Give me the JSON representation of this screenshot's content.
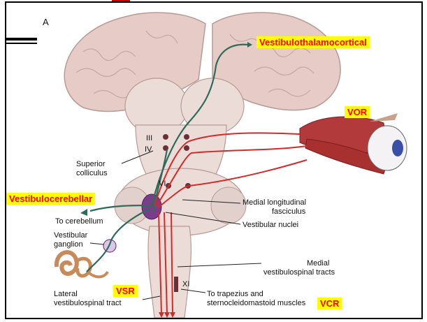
{
  "panel_letter": "A",
  "highlights": {
    "vestibulothalamocortical": "Vestibulothalamocortical",
    "vor": "VOR",
    "vestibulocerebellar": "Vestibulocerebellar",
    "vsr": "VSR",
    "vcr": "VCR"
  },
  "labels": {
    "nerve_iii": "III",
    "nerve_iv": "IV",
    "nerve_vi": "VI",
    "nerve_xi": "XI",
    "superior_colliculus_1": "Superior",
    "superior_colliculus_2": "colliculus",
    "medial_longitudinal_1": "Medial longitudinal",
    "medial_longitudinal_2": "fasciculus",
    "to_cerebellum": "To cerebellum",
    "vestibular_nuclei": "Vestibular nuclei",
    "vestibular_ganglion_1": "Vestibular",
    "vestibular_ganglion_2": "ganglion",
    "medial_vs_1": "Medial",
    "medial_vs_2": "vestibulospinal tracts",
    "lateral_vs_1": "Lateral",
    "lateral_vs_2": "vestibulospinal tract",
    "trapezius_1": "To trapezius and",
    "trapezius_2": "sternocleidomastoid muscles"
  },
  "colors": {
    "highlight_bg": "#ffff00",
    "highlight_text": "#ff0000",
    "pathway_green": "#2e6b5a",
    "pathway_red": "#d42a2a",
    "brain_tissue": "#e6cbc6",
    "brainstem": "#ecdcd8"
  }
}
